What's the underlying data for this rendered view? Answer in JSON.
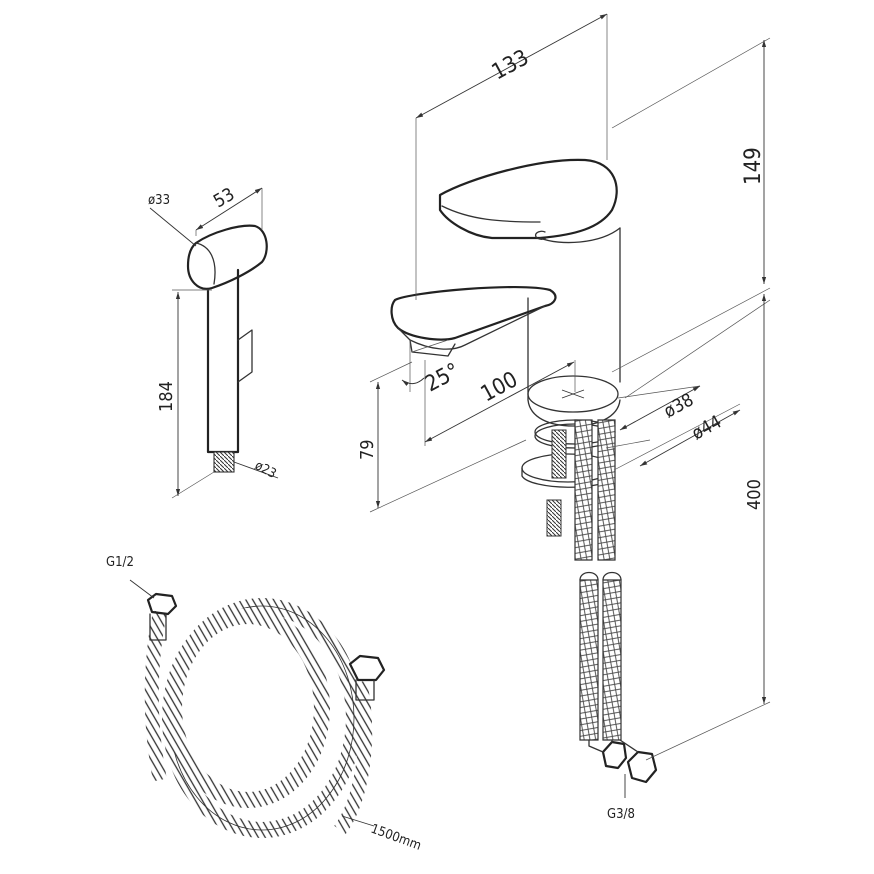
{
  "dimensions": {
    "spout_length": "133",
    "faucet_height": "149",
    "spout_angle": "25°",
    "spout_reach": "100",
    "spout_height": "79",
    "base_diameter": "ø38",
    "plate_diameter": "ø44",
    "supply_hose_length": "400",
    "supply_thread": "G3/8",
    "handset_diameter": "ø33",
    "handset_head_length": "53",
    "handset_length": "184",
    "handset_outlet_diameter": "ø23",
    "hose_thread": "G1/2",
    "hose_length": "1500mm"
  }
}
